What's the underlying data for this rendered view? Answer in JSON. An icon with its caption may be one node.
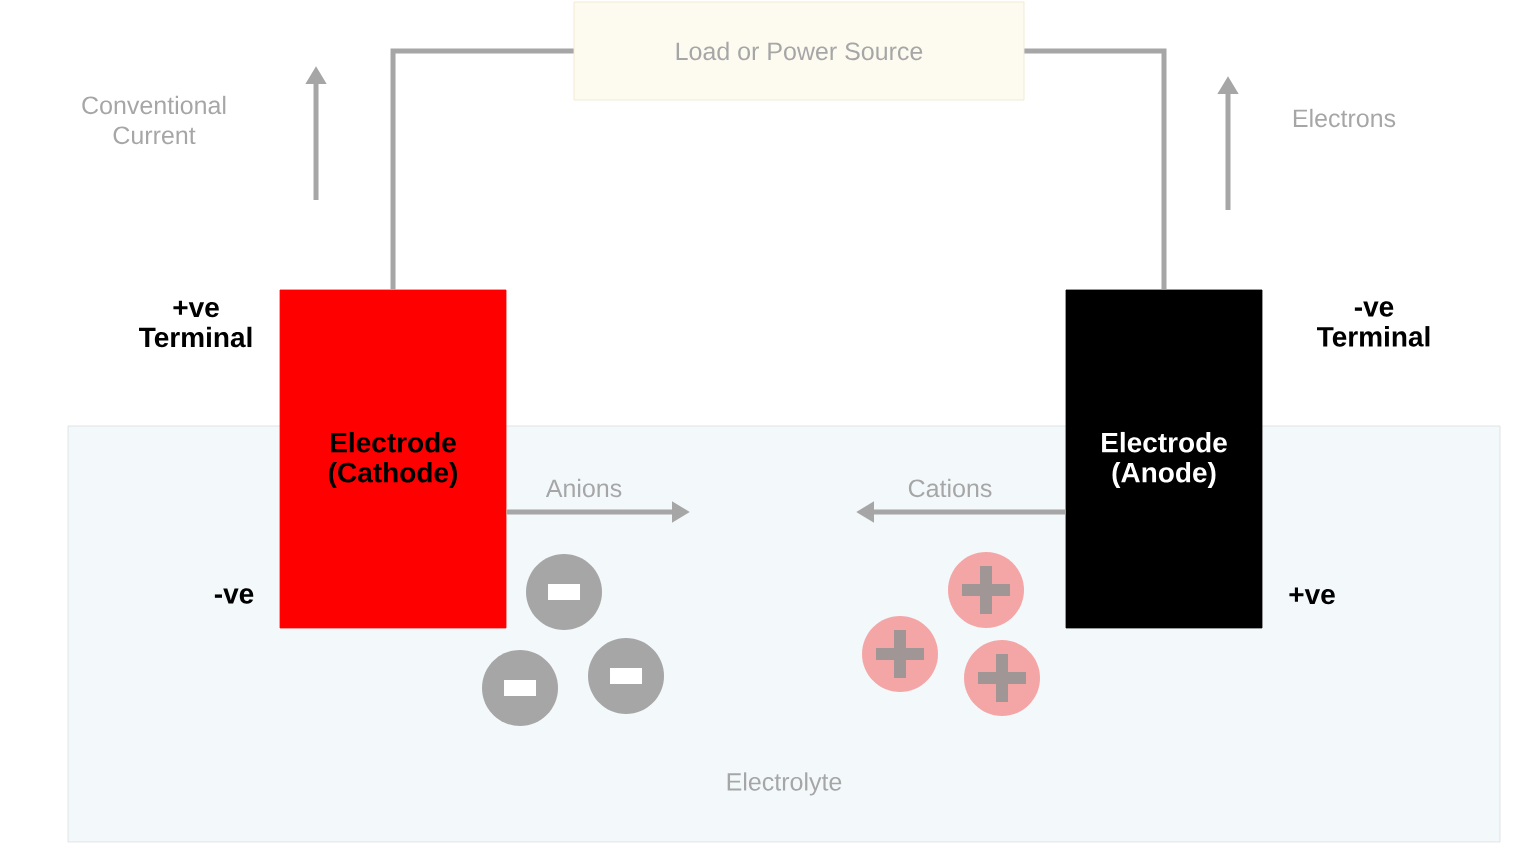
{
  "diagram": {
    "nodes": [
      {
        "text": [
          "Electrolyte"
        ]
      },
      {
        "text": [
          "Load or Power Source"
        ]
      },
      {
        "text": [
          "Electrode (Cathode)"
        ],
        "beside": [
          "+ve Terminal"
        ]
      },
      {
        "text": [
          "Electrode (Anode)"
        ],
        "beside": [
          "-ve Terminal"
        ]
      }
    ],
    "edges": [
      {
        "from": 2,
        "to": 1,
        "arrow": "none"
      },
      {
        "from": 3,
        "to": 1,
        "arrow": "none"
      },
      {
        "from": 2,
        "to": 0,
        "arrow": "to",
        "label": "Anions"
      },
      {
        "from": 3,
        "to": 0,
        "arrow": "to",
        "label": "Cations"
      }
    ],
    "labels": [
      "Conventional Current",
      "Electrons",
      "-ve",
      "+ve"
    ]
  }
}
